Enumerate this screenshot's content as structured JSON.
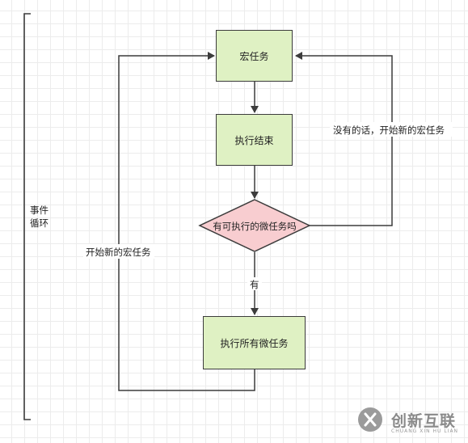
{
  "bracket": {
    "label_line1": "事件",
    "label_line2": "循环"
  },
  "nodes": {
    "macro_task": "宏任务",
    "execution_end": "执行结束",
    "has_micro_tasks": "有可执行的微任务吗",
    "execute_micro_tasks": "执行所有微任务"
  },
  "edges": {
    "no_label": "没有的话，开始新的宏任务",
    "yes_label": "有",
    "loop_label": "开始新的宏任务"
  },
  "watermark": {
    "text": "创新互联",
    "sub": "CHUANG XIN HU LIAN"
  },
  "colors": {
    "process_fill": "#dff1c3",
    "decision_fill": "#f8cdd0",
    "stroke": "#3c3c3c"
  }
}
